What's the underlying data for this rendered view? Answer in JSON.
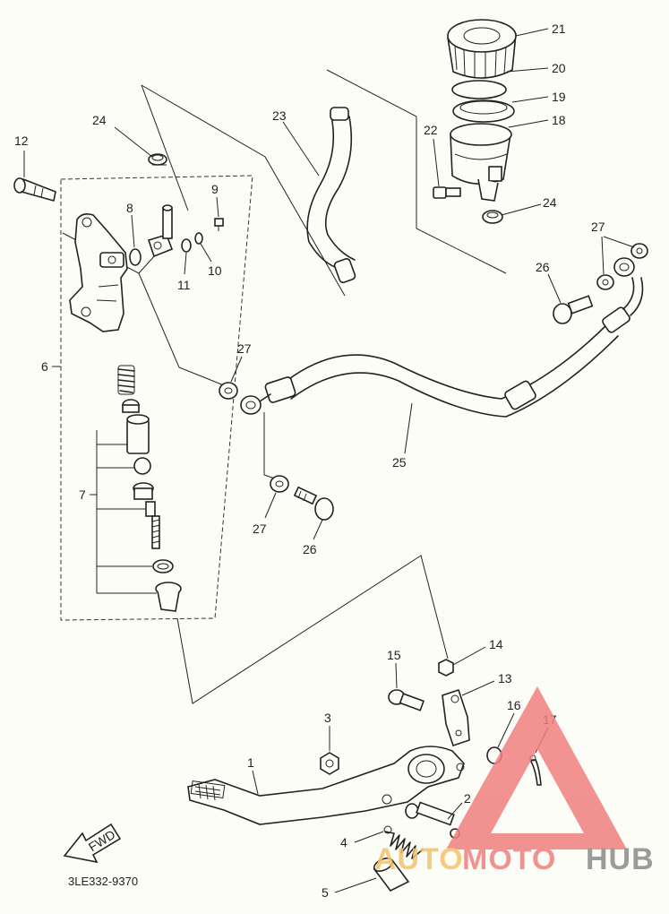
{
  "diagram_code": "3LE332-9370",
  "fwd_label": "FWD",
  "watermark": {
    "auto": "AUTO",
    "moto": "MOTO",
    "hub": "HUB",
    "triangle_color": "#f08080",
    "auto_color": "#f2c46d",
    "moto_color": "#f08080",
    "hub_color": "#8a8a8a"
  },
  "callouts": {
    "p1": "1",
    "p2": "2",
    "p3": "3",
    "p4": "4",
    "p5": "5",
    "p6": "6",
    "p7": "7",
    "p8": "8",
    "p9": "9",
    "p10": "10",
    "p11": "11",
    "p12": "12",
    "p13": "13",
    "p14": "14",
    "p15": "15",
    "p16": "16",
    "p17": "17",
    "p18": "18",
    "p19": "19",
    "p20": "20",
    "p21": "21",
    "p22": "22",
    "p23": "23",
    "p24a": "24",
    "p24b": "24",
    "p25": "25",
    "p26a": "26",
    "p26b": "26",
    "p27a": "27",
    "p27b": "27",
    "p27c": "27"
  }
}
